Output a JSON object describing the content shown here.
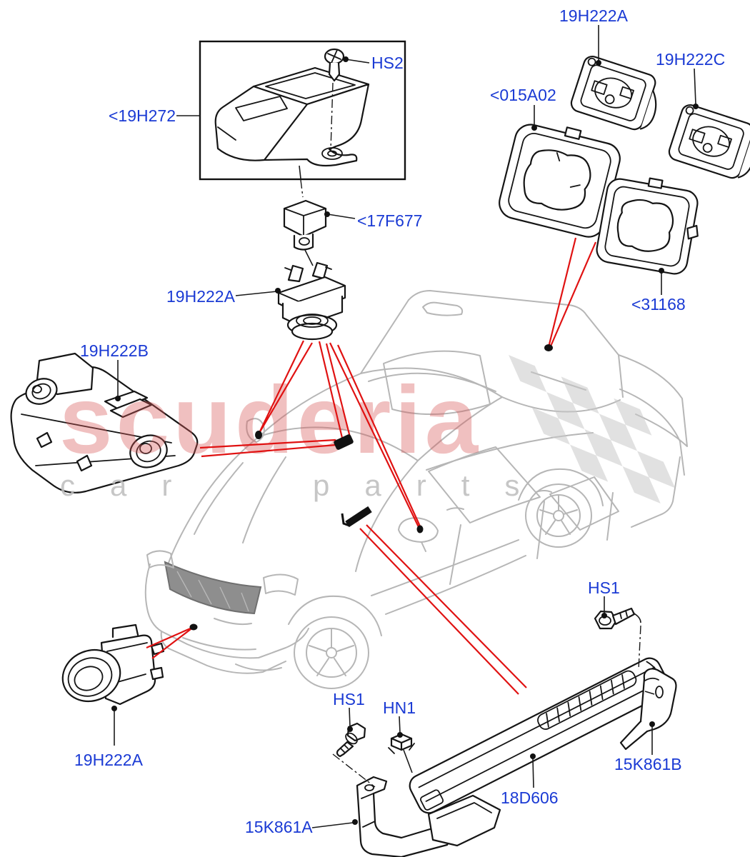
{
  "watermark": {
    "brand": "scuderia",
    "subtitle": "car parts"
  },
  "colors": {
    "label_blue": "#1a3ad4",
    "line_red": "#e01212",
    "watermark_pink": "#d95b5b",
    "watermark_gray": "#bdbdbd",
    "car_line_gray": "#b6b6b6",
    "part_line_black": "#151515"
  },
  "labels": {
    "hs2": "HS2",
    "bracket_19h272": "<19H272",
    "cover_17f677": "<17F677",
    "camera_19h222a_center": "19H222A",
    "module_19h222b": "19H222B",
    "camera_19h222a_rear": "19H222A",
    "camera_19h222c": "19H222C",
    "bracket_015a02": "<015A02",
    "bracket_31168": "<31168",
    "bolt_hs1_rear": "HS1",
    "bracket_15k861b": "15K861B",
    "panel_18d606": "18D606",
    "bolt_hs1_front": "HS1",
    "nut_hn1": "HN1",
    "bracket_15k861a": "15K861A",
    "camera_19h222a_front": "19H222A"
  }
}
